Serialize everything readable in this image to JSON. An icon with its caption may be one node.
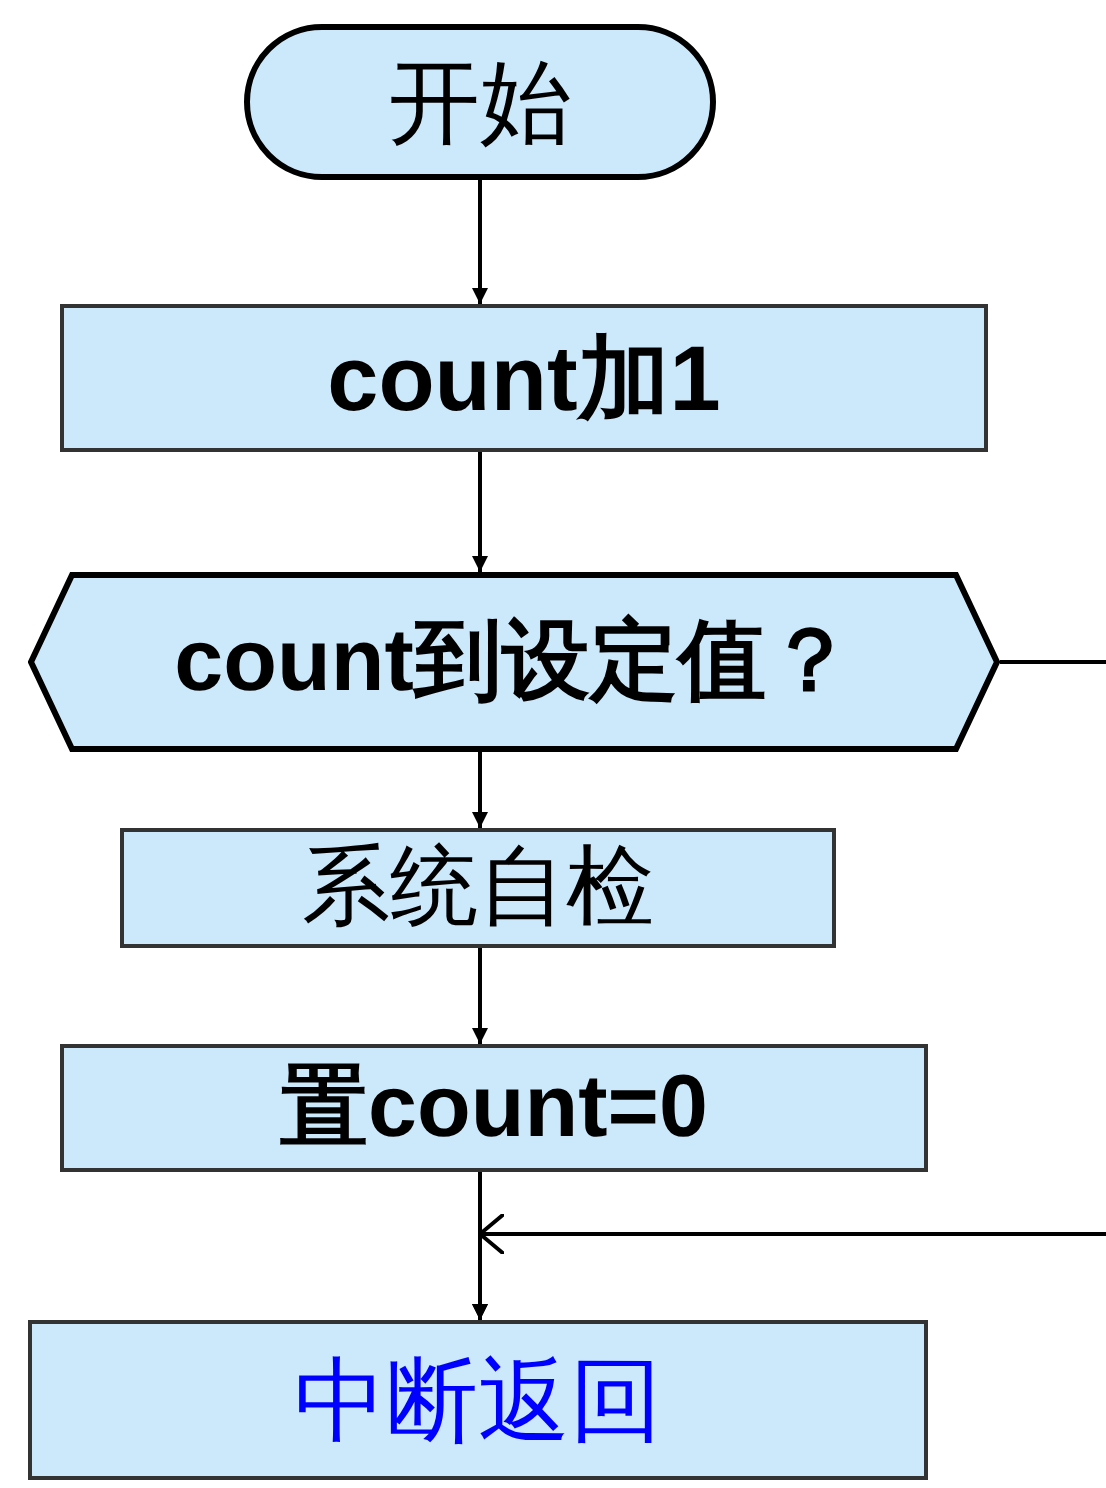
{
  "diagram": {
    "nodes": [
      {
        "text": [
          "开始"
        ]
      },
      {
        "text": [
          "count加1"
        ]
      },
      {
        "text": [
          "count到设定值？"
        ]
      },
      {
        "text": [
          "系统自检"
        ]
      },
      {
        "text": [
          "置count=0"
        ]
      },
      {
        "text": [
          "中断返回"
        ]
      }
    ],
    "edges": [
      {
        "from": 0,
        "to": 1,
        "arrow": "to"
      },
      {
        "from": 1,
        "to": 2,
        "arrow": "to"
      },
      {
        "from": 2,
        "to": 3,
        "arrow": "to"
      },
      {
        "from": 3,
        "to": 4,
        "arrow": "to"
      },
      {
        "from": 4,
        "to": 5,
        "arrow": "to"
      },
      {
        "from": 2,
        "to": null,
        "arrow": "none"
      },
      {
        "from": null,
        "to": 5,
        "arrow": "to"
      }
    ]
  }
}
